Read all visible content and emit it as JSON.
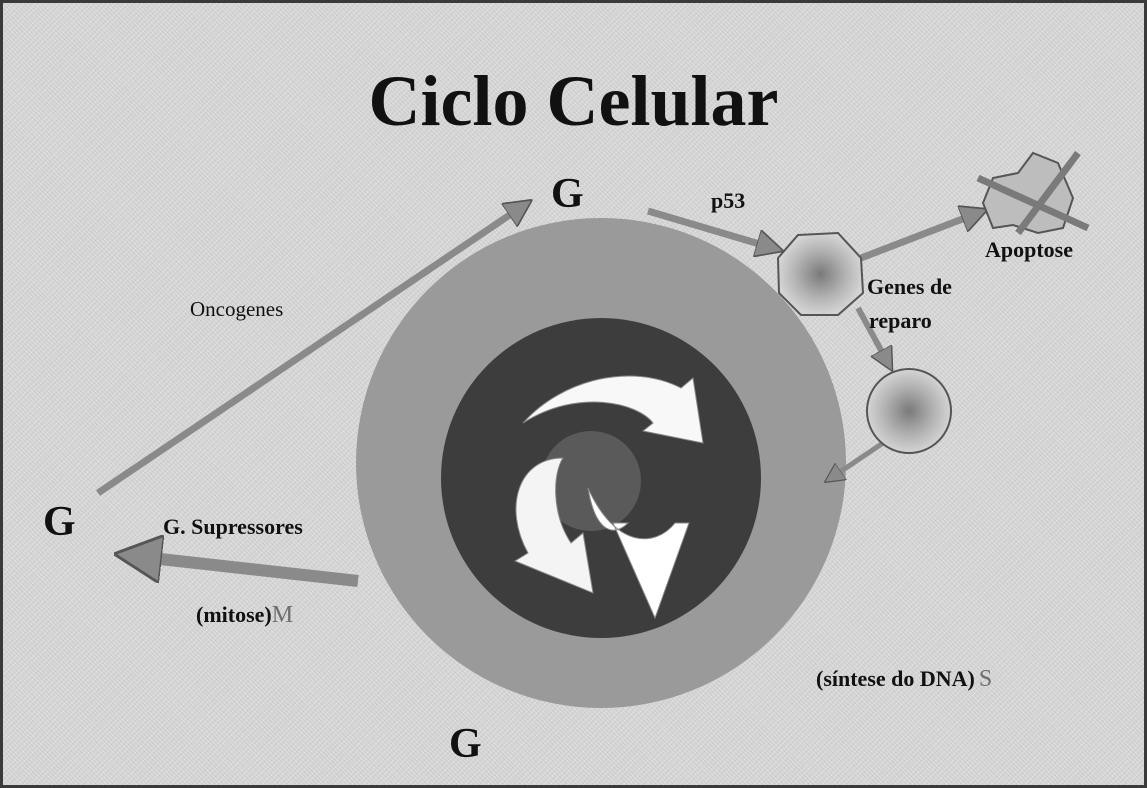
{
  "title": "Ciclo Celular",
  "phases": {
    "g_top": "G",
    "g_left": "G",
    "g_bottom": "G",
    "mitose_label": "(mitose)",
    "mitose_letter": "M",
    "sintese_label": "(síntese do DNA)",
    "sintese_letter": "S"
  },
  "labels": {
    "oncogenes": "Oncogenes",
    "supressores": "G. Supressores",
    "p53": "p53",
    "apoptose": "Apoptose",
    "genes_reparo_line1": "Genes de",
    "genes_reparo_line2": "reparo"
  },
  "colors": {
    "outer_ring": "#9a9a9a",
    "inner_ring": "#3d3d3d",
    "arrows": "#8a8a8a",
    "cycle_arrows": "#ffffff",
    "border": "#3a3a3a"
  }
}
